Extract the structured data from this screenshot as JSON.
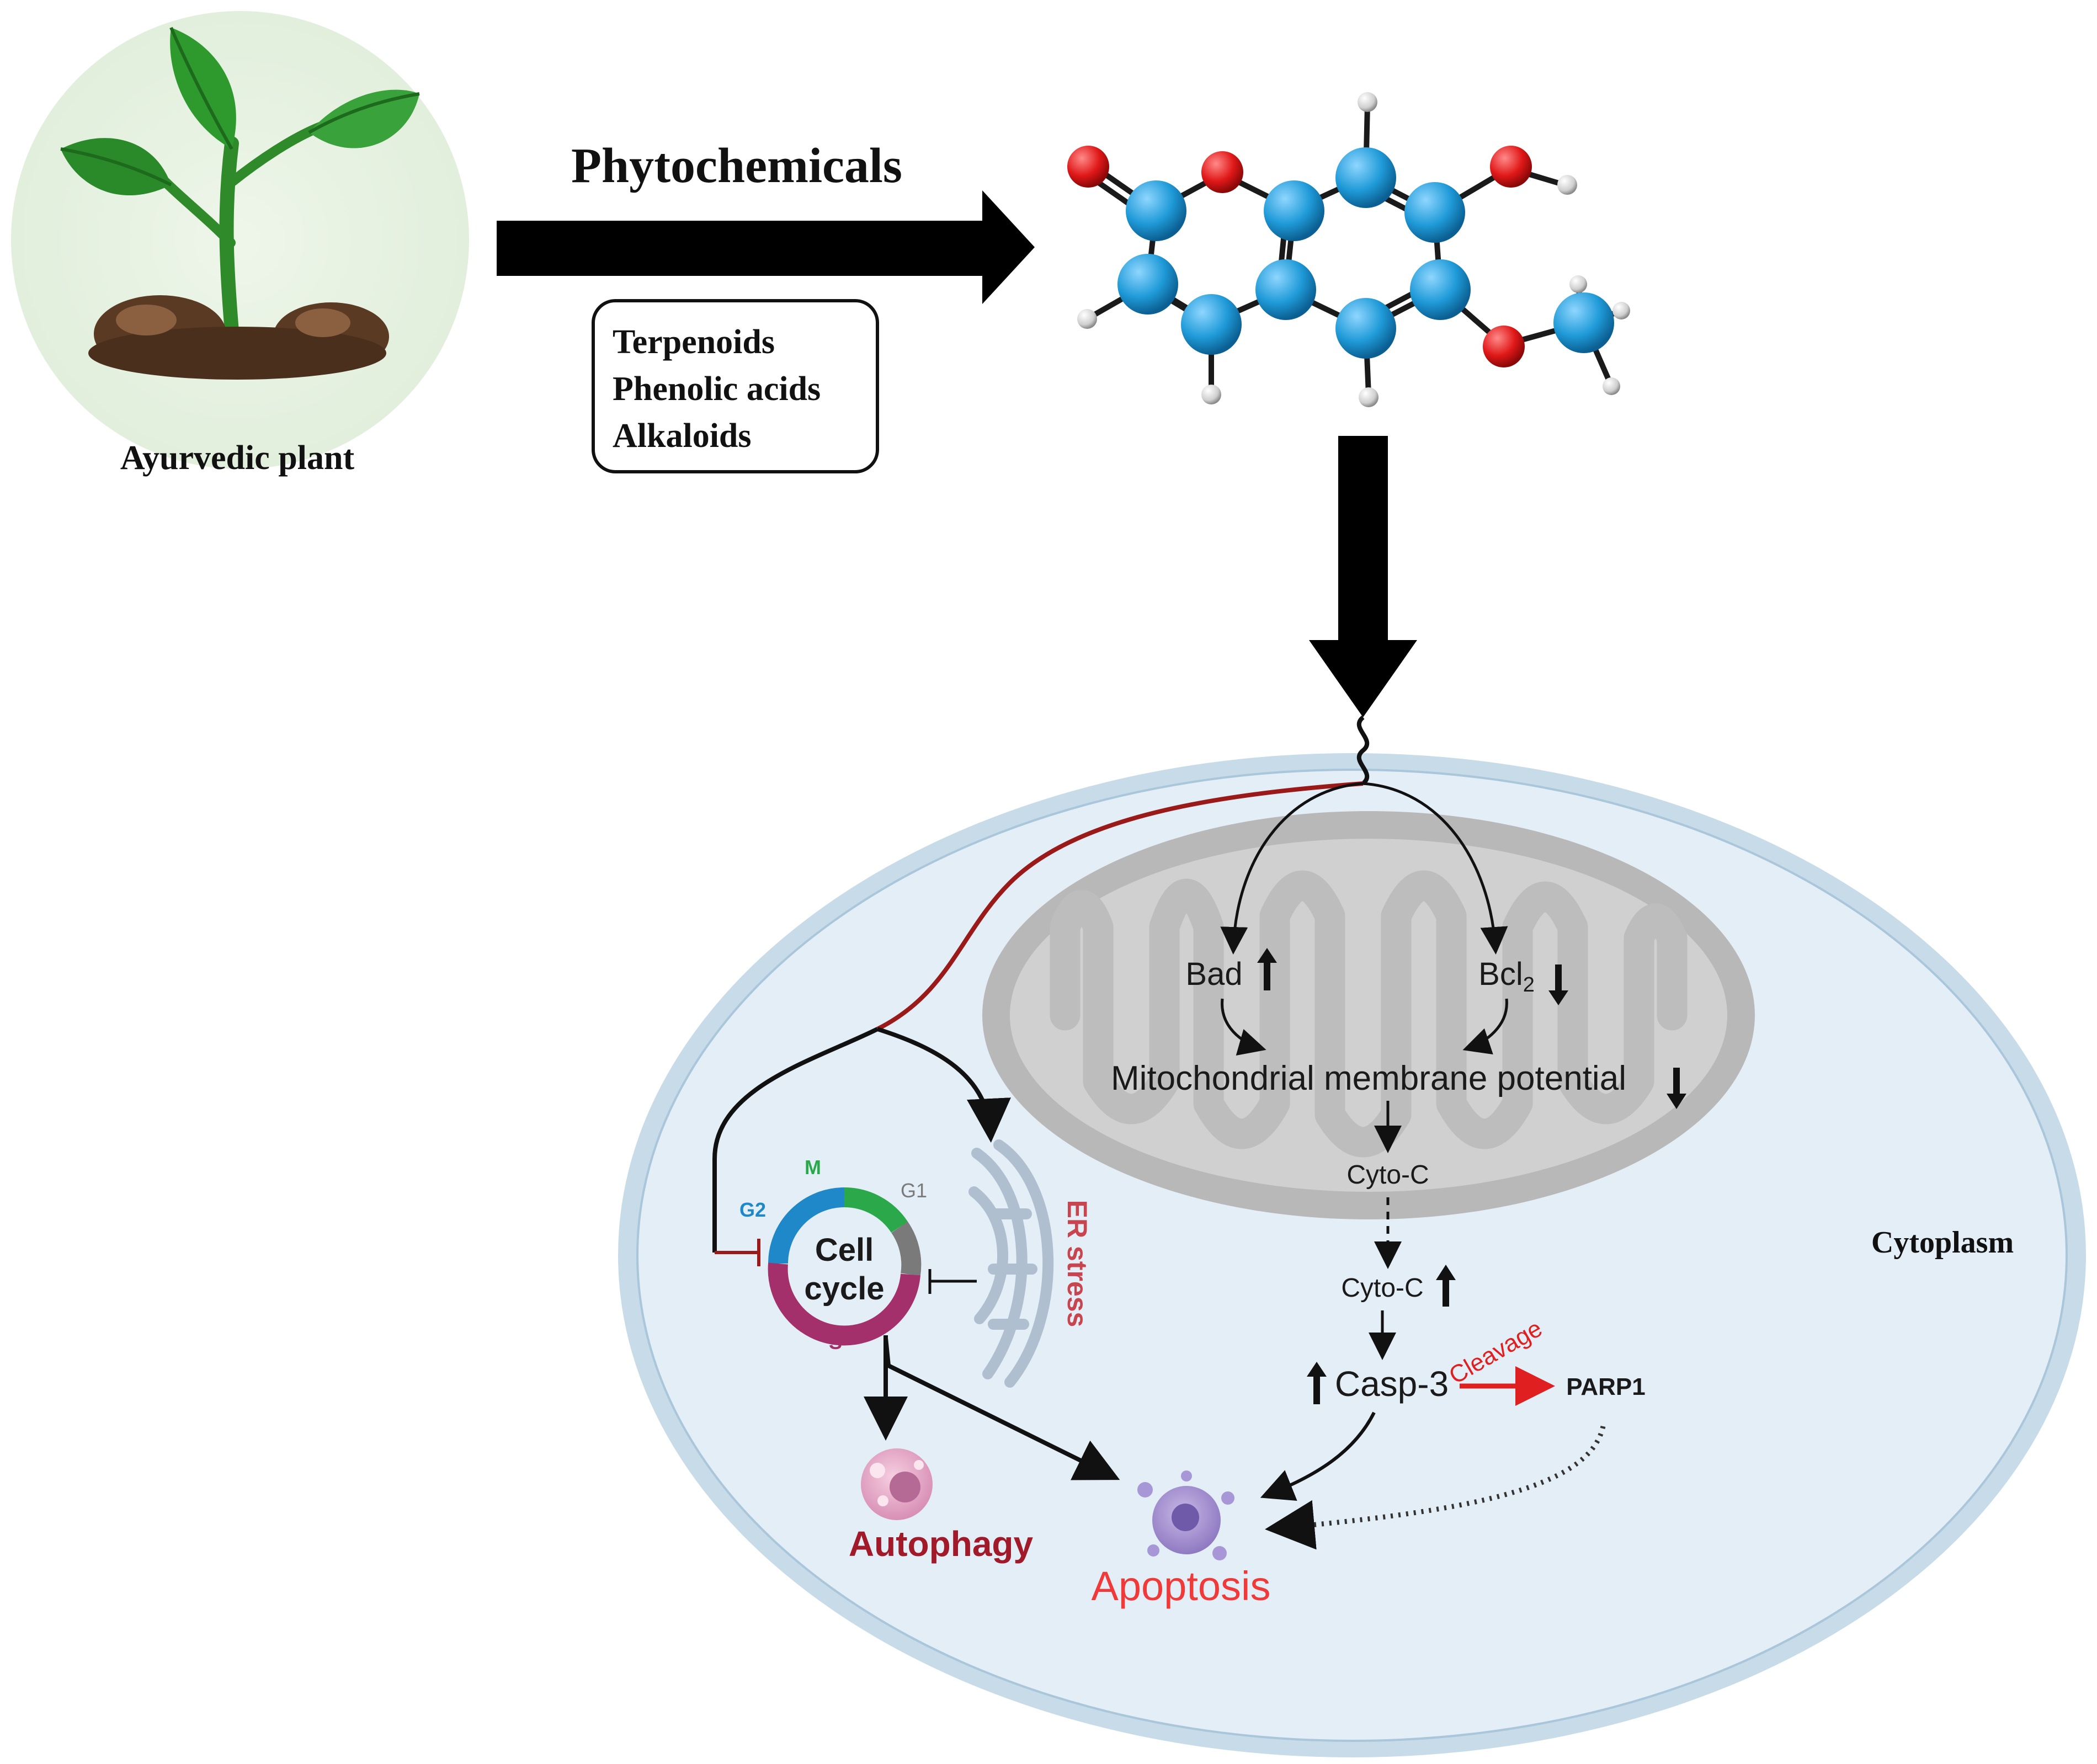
{
  "source": {
    "label": "Ayurvedic plant",
    "icon": "plant-sprout-icon"
  },
  "extraction": {
    "title": "Phytochemicals",
    "classes": [
      "Terpenoids",
      "Phenolic acids",
      "Alkaloids"
    ]
  },
  "molecule": {
    "icon": "coumarin-molecule-icon",
    "atom_colors": {
      "carbon": "#1f9ad8",
      "oxygen": "#e01818",
      "hydrogen": "#d8d8d8"
    }
  },
  "cell": {
    "region_label": "Cytoplasm",
    "membrane_color": "#c7dbe8",
    "fill_color": "#e4eef6"
  },
  "mitochondrial_pathway": {
    "bad": "Bad",
    "bcl_prefix": "Bcl",
    "bcl_subscript": "2",
    "mmp": "Mitochondrial membrane potential",
    "cyto_c_1": "Cyto-C",
    "cyto_c_2": "Cyto-C",
    "casp3": "Casp-3",
    "cleavage": "Cleavage",
    "parp1": "PARP1"
  },
  "cell_cycle": {
    "title_line1": "Cell",
    "title_line2": "cycle",
    "phases": {
      "m": "M",
      "g1": "G1",
      "g2": "G2",
      "s": "S"
    },
    "phase_colors": {
      "m": "#2aa84a",
      "g1": "#7a7a7a",
      "g2": "#1e88c8",
      "s": "#a3306a"
    }
  },
  "er_stress": {
    "label": "ER stress"
  },
  "outcomes": {
    "autophagy": "Autophagy",
    "apoptosis": "Apoptosis"
  },
  "colors": {
    "apoptosis_red": "#f03a3a",
    "autophagy_red": "#a01a2a",
    "er_red": "#c8454f",
    "cleavage_red": "#e02020",
    "signal_line": "#9a1a1a"
  }
}
